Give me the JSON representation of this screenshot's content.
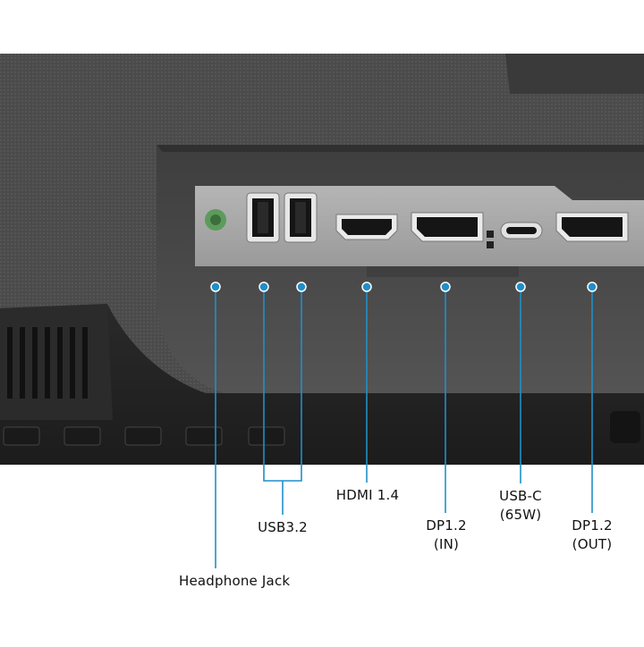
{
  "labels": {
    "headphone": "Headphone Jack",
    "usb": "USB3.2",
    "hdmi": "HDMI 1.4",
    "dp_in_line1": "DP1.2",
    "dp_in_line2": "(IN)",
    "usbc_line1": "USB-C",
    "usbc_line2": "(65W)",
    "dp_out_line1": "DP1.2",
    "dp_out_line2": "(OUT)"
  },
  "colors": {
    "callout": "#1f8fc9",
    "chassis": "#4a4a4a",
    "chassis_dark": "#2c2c2c",
    "panel": "#a9a9a9",
    "jack_green": "#5d9b5c"
  }
}
